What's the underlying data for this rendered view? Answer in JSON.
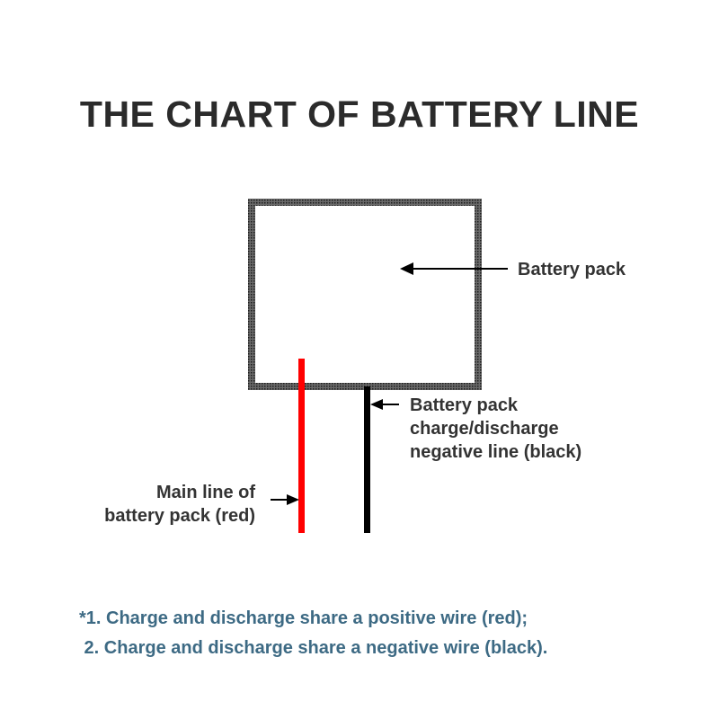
{
  "title": "THE CHART OF BATTERY LINE",
  "labels": {
    "battery_pack": "Battery pack",
    "negative_line": [
      "Battery pack",
      "charge/discharge",
      "negative line (black)"
    ],
    "main_line": [
      "Main line of",
      "battery pack (red)"
    ]
  },
  "notes": [
    "*1. Charge and discharge share a positive wire (red);",
    " 2. Charge and discharge share a negative wire (black)."
  ],
  "colors": {
    "title": "#2b2b2b",
    "labels": "#333333",
    "notes": "#3d6a84",
    "positive_wire": "#ff0000",
    "negative_wire": "#000000",
    "pack_outline": "#3a3a3a"
  }
}
